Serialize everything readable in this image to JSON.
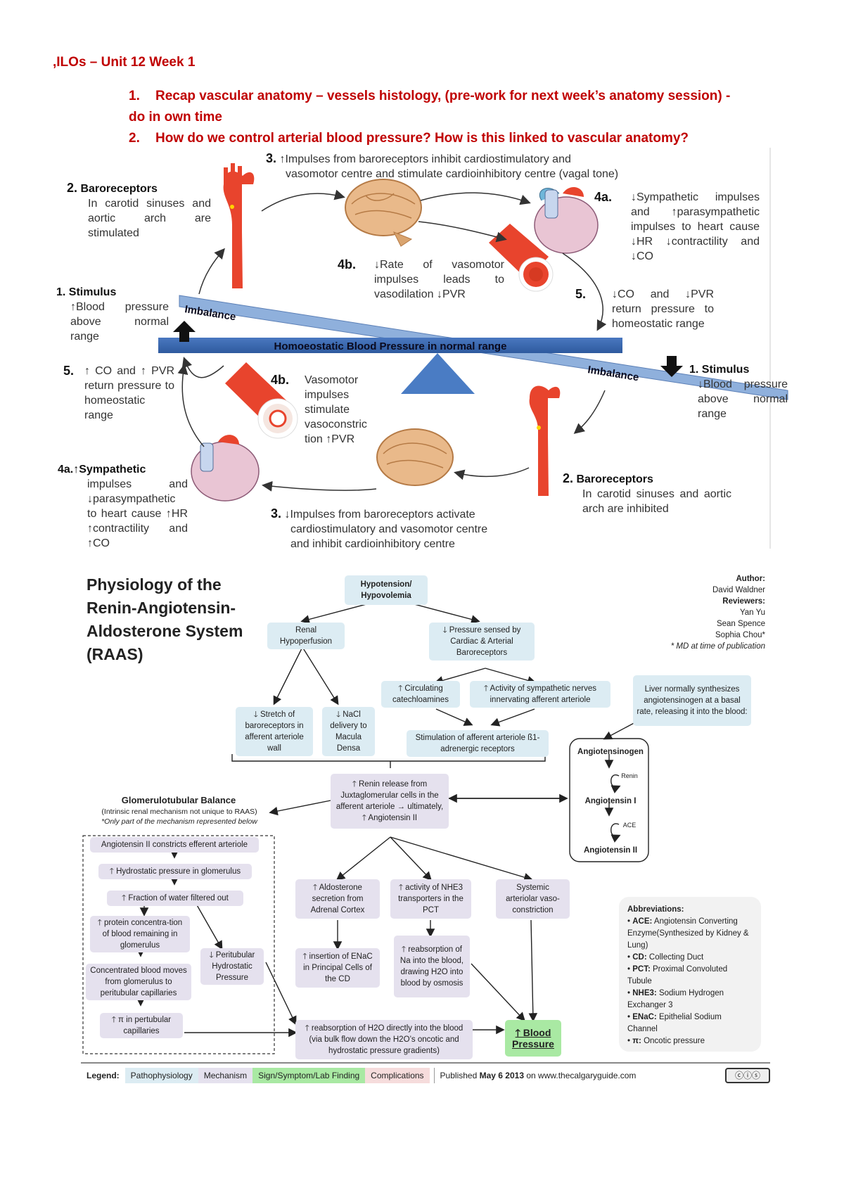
{
  "header": {
    "title": ",ILOs – Unit 12 Week 1",
    "items": [
      {
        "num": "1.",
        "text": "Recap vascular anatomy – vessels histology, (pre-work for next week’s anatomy session) -",
        "cont": "do in own time"
      },
      {
        "num": "2.",
        "text": "How do we control arterial blood pressure? How is this linked to vascular anatomy?"
      }
    ]
  },
  "bp": {
    "top_step3_num": "3.",
    "top_step3_line1": "↑Impulses from baroreceptors inhibit cardiostimulatory and",
    "top_step3_line2": "vasomotor centre and stimulate cardioinhibitory centre (vagal tone)",
    "top_step2_num": "2.",
    "top_step2_head": "Baroreceptors",
    "top_step2_body": "In carotid sinuses and aortic arch are stimulated",
    "top_step4a_num": "4a.",
    "top_step4a_body": "↓Sympathetic impulses and ↑parasympathetic impulses to heart cause ↓HR ↓contractility and ↓CO",
    "top_step4b_num": "4b.",
    "top_step4b_body": "↓Rate of vasomotor impulses leads to vasodilation ↓PVR",
    "top_step5_num": "5.",
    "top_step5_body": "↓CO and ↓PVR return pressure to homeostatic range",
    "top_step1_head": "1. Stimulus",
    "top_step1_body": "↑Blood pressure above normal range",
    "imbalance_left": "Imbalance",
    "imbalance_right": "Imbalance",
    "beam_label": "Homoeostatic Blood Pressure in normal range",
    "bot_step1_head": "1. Stimulus",
    "bot_step1_body": "↓Blood pressure above normal range",
    "bot_step5_num": "5.",
    "bot_step5_body": "↑ CO and ↑ PVR return pressure to homeostatic range",
    "bot_step4b_num": "4b.",
    "bot_step4b_body": "Vasomotor impulses stimulate vasoconstric tion ↑PVR",
    "bot_step4a_head": "4a.↑Sympathetic",
    "bot_step4a_body": "impulses and ↓parasympathetic to heart cause ↑HR ↑contractility and ↑CO",
    "bot_step3_num": "3.",
    "bot_step3_line1": "↓Impulses from baroreceptors activate",
    "bot_step3_line2": "cardiostimulatory and vasomotor centre",
    "bot_step3_line3": "and inhibit cardioinhibitory centre",
    "bot_step2_num": "2.",
    "bot_step2_head": "Baroreceptors",
    "bot_step2_body": "In carotid sinuses and aortic arch are inhibited"
  },
  "raas": {
    "title_lines": [
      "Physiology of the",
      "Renin-Angiotensin-",
      "Aldosterone System",
      "(RAAS)"
    ],
    "credits": [
      "Author:",
      "David Waldner",
      "Reviewers:",
      "Yan Yu",
      "Sean Spence",
      "Sophia Chou*",
      "* MD at time of publication"
    ],
    "hypotension": "Hypotension/ Hypovolemia",
    "renal_hypo": "Renal Hypoperfusion",
    "pressure_sensed": "🡓 Pressure sensed by Cardiac & Arterial Baroreceptors",
    "circ_cat": "🡑 Circulating catechloamines",
    "symp_act": "🡑 Activity of sympathetic nerves innervating afferent arteriole",
    "stretch": "🡓 Stretch of baroreceptors in afferent arteriole wall",
    "nacl": "🡓 NaCl delivery to Macula Densa",
    "stim_aff": "Stimulation of afferent arteriole ß1-adrenergic receptors",
    "liver": "Liver normally synthesizes angiotensinogen at a basal rate, releasing it into the blood:",
    "angiotensinogen": "Angiotensinogen",
    "renin_small": "Renin",
    "ang1": "Angiotensin I",
    "ace_small": "ACE",
    "ang2": "Angiotensin II",
    "renin_release": "🡑 Renin release from Juxtaglomerular cells in the afferent arteriole → ultimately, 🡑 Angiotensin II",
    "gtb_title": "Glomerulotubular Balance",
    "gtb_sub": "(Intrinsic renal mechanism not unique to RAAS)",
    "gtb_note": "*Only part of the mechanism represented below",
    "ang2_constricts": "Angiotensin II constricts efferent arteriole",
    "hydro_glom": "🡑 Hydrostatic pressure in glomerulus",
    "fraction": "🡑 Fraction of water filtered out",
    "protein": "🡑 protein concentra-tion of blood remaining in glomerulus",
    "peritub": "🡓 Peritubular Hydrostatic Pressure",
    "concentrated": "Concentrated blood moves from glomerulus to peritubular capillaries",
    "pi_peritub": "🡑 π in pertubular capillaries",
    "aldosterone": "🡑 Aldosterone secretion from Adrenal Cortex",
    "nhe3": "🡑 activity of NHE3 transporters in the PCT",
    "systemic": "Systemic arteriolar vaso-constriction",
    "enac": "🡑 insertion of ENaC in Principal Cells of the CD",
    "reabs_na": "🡑 reabsorption of Na into the blood, drawing H2O into blood by osmosis",
    "reabs_h2o": "🡑 reabsorption of H2O directly into the blood (via bulk flow down the H2O’s oncotic and hydrostatic pressure gradients)",
    "blood_pressure": "🡑 Blood Pressure",
    "abbr_title": "Abbreviations:",
    "abbr": [
      {
        "k": "ACE:",
        "v": "Angiotensin Converting Enzyme(Synthesized by Kidney & Lung)"
      },
      {
        "k": "CD:",
        "v": "Collecting Duct"
      },
      {
        "k": "PCT:",
        "v": "Proximal Convoluted Tubule"
      },
      {
        "k": "NHE3:",
        "v": "Sodium Hydrogen Exchanger 3"
      },
      {
        "k": "ENaC:",
        "v": "Epithelial Sodium Channel"
      },
      {
        "k": "π:",
        "v": "Oncotic pressure"
      }
    ],
    "legend": {
      "label": "Legend:",
      "patho": "Pathophysiology",
      "mech": "Mechanism",
      "sign": "Sign/Symptom/Lab Finding",
      "comp": "Complications",
      "published_pre": "Published",
      "published_date": "May 6 2013",
      "published_post": "on www.thecalgaryguide.com"
    },
    "colors": {
      "patho": "#dcecf3",
      "mech": "#e5e1ee",
      "sign": "#a9e9a3",
      "comp": "#f6dcdc"
    }
  }
}
